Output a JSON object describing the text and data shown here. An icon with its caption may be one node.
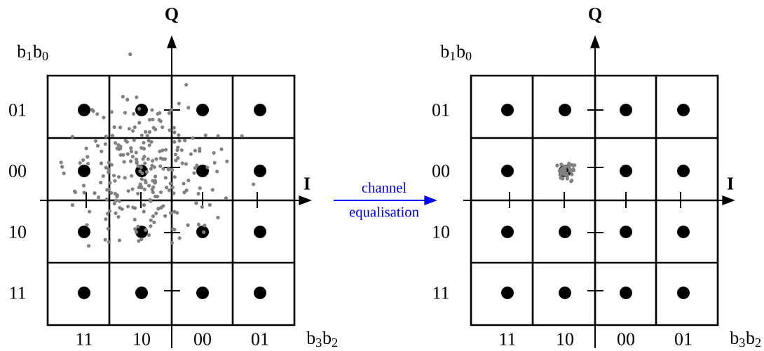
{
  "diagram": {
    "nodes": [
      {
        "text": [],
        "shape": "box"
      },
      {
        "text": [],
        "shape": "box"
      }
    ],
    "edges": [
      {
        "from": 0,
        "to": 1,
        "arrow": "to",
        "label": "channel equalisation",
        "color": "#0000ff"
      }
    ],
    "labels": [
      "Q",
      "b$_{1}$b$_{0}$",
      "01",
      "00",
      "I",
      "10",
      "11",
      "11",
      "10",
      "00",
      "01",
      "b$_{3}$b$_{2}$",
      "Q",
      "b$_{1}$b$_{0}$",
      "01",
      "00",
      "I",
      "10",
      "11",
      "11",
      "10",
      "00",
      "01",
      "b$_{3}$b$_{2}$"
    ]
  }
}
